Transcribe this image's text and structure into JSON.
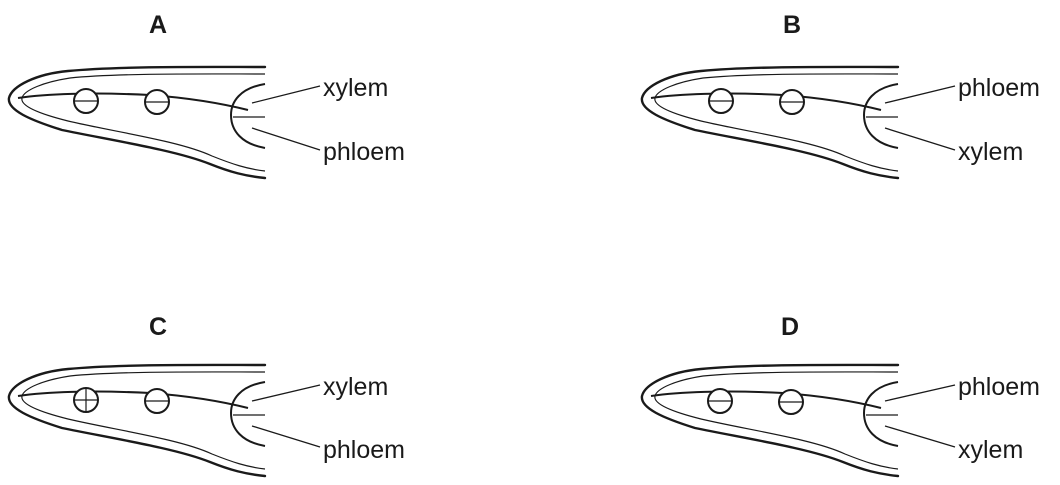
{
  "panels": [
    {
      "letter": "A",
      "upper_label": "xylem",
      "lower_label": "phloem"
    },
    {
      "letter": "B",
      "upper_label": "phloem",
      "lower_label": "xylem"
    },
    {
      "letter": "C",
      "upper_label": "xylem",
      "lower_label": "phloem"
    },
    {
      "letter": "D",
      "upper_label": "phloem",
      "lower_label": "xylem"
    }
  ]
}
